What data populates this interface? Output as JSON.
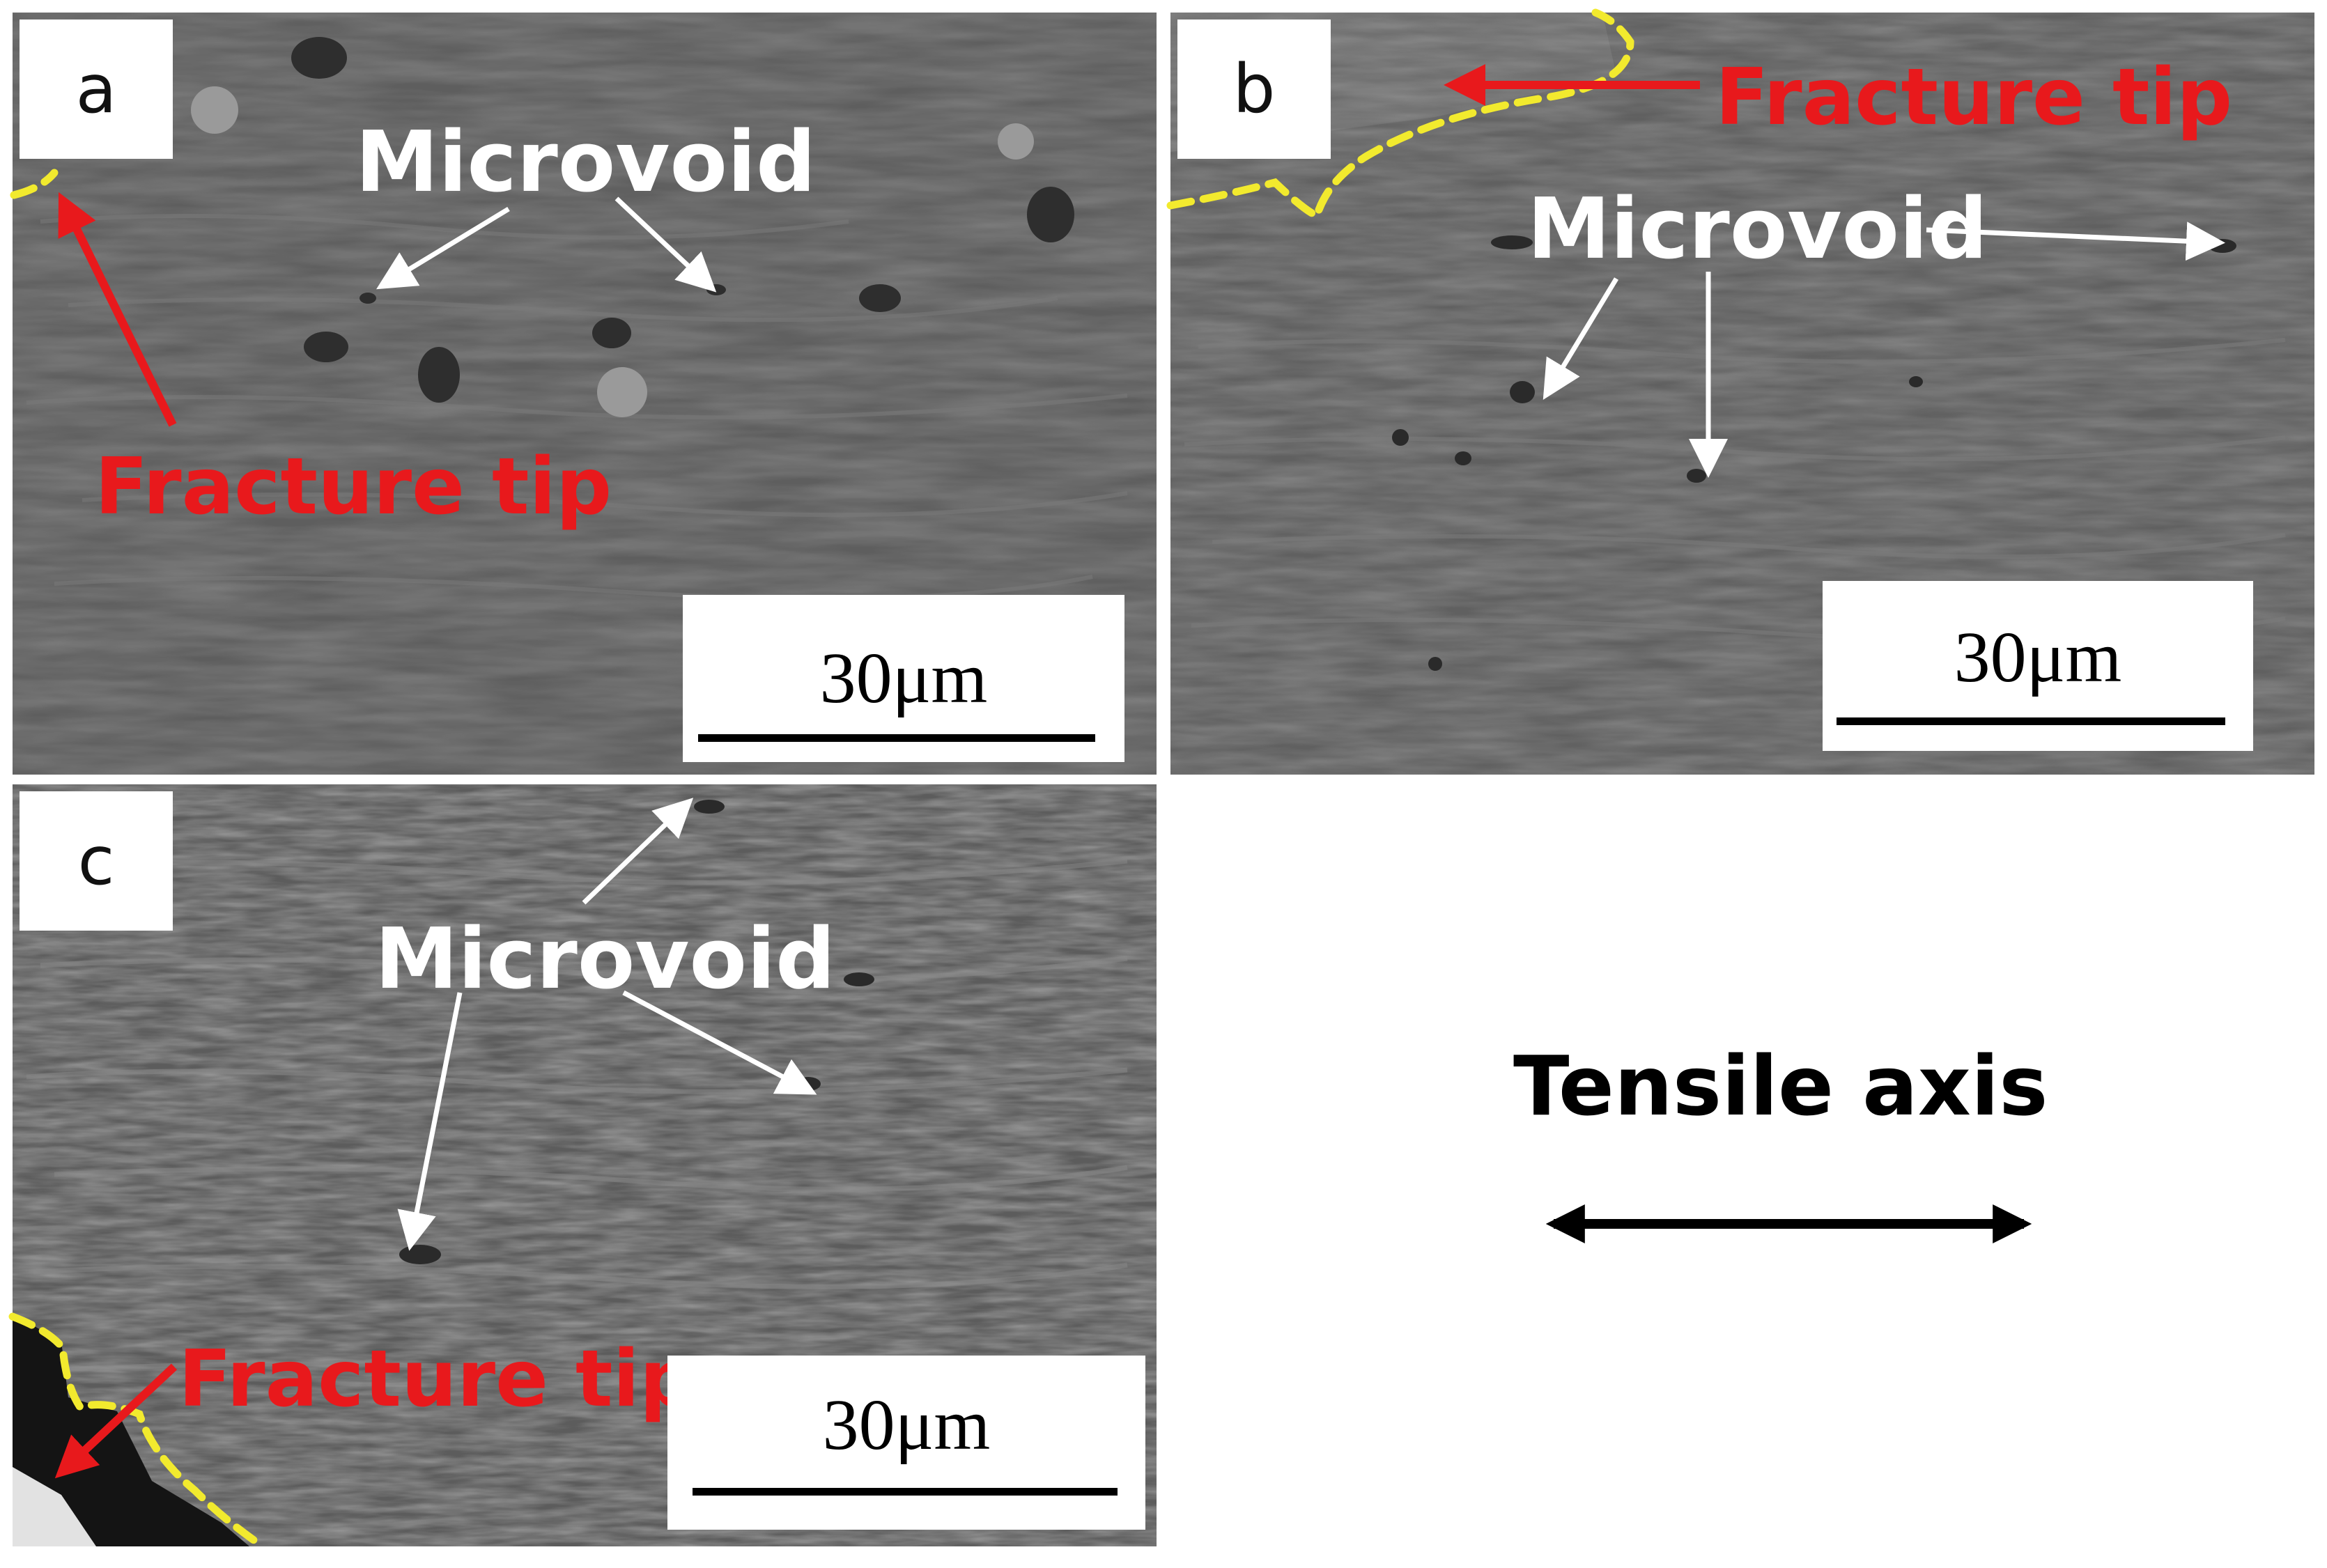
{
  "panels": [
    {
      "id": "a",
      "letter": "a",
      "scale_bar": "30μm",
      "annotations": [
        "Microvoid",
        "Fracture tip"
      ]
    },
    {
      "id": "b",
      "letter": "b",
      "scale_bar": "30μm",
      "annotations": [
        "Microvoid",
        "Fracture tip"
      ]
    },
    {
      "id": "c",
      "letter": "c",
      "scale_bar": "30μm",
      "annotations": [
        "Microvoid",
        "Fracture tip"
      ]
    }
  ],
  "legend": {
    "label": "Tensile axis",
    "arrow_icon": "double-arrow-icon"
  },
  "colors": {
    "annotation_red": "#e8191c",
    "fracture_outline": "#f2ea2e",
    "sem_gray": "#5f5f5f",
    "arrow_white": "#ffffff"
  }
}
